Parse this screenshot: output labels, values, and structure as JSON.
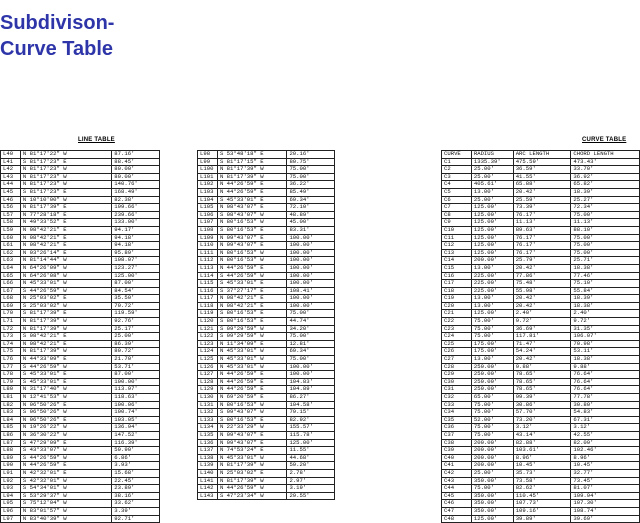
{
  "title": {
    "line1": "Subdivison-",
    "line2": "Curve Table"
  },
  "line_table_caption": "LINE TABLE",
  "curve_table_caption": "CURVE TABLE",
  "line_table_left": [
    [
      "L40",
      "N 81°17'22\" W",
      "87.16'"
    ],
    [
      "L41",
      "S 81°17'23\" E",
      "88.45'"
    ],
    [
      "L42",
      "N 81°17'23\" W",
      "80.00'"
    ],
    [
      "L43",
      "N 81°17'23\" W",
      "80.00'"
    ],
    [
      "L44",
      "N 81°17'23\" W",
      "140.76'"
    ],
    [
      "L45",
      "S 81°17'23\" E",
      "168.49'"
    ],
    [
      "L46",
      "N 10°10'00\" W",
      "82.38'"
    ],
    [
      "L56",
      "N 81°17'39\" E",
      "199.66'"
    ],
    [
      "L57",
      "N 77°28'18\" E",
      "239.66'"
    ],
    [
      "L58",
      "N 49°33'52\" E",
      "133.00'"
    ],
    [
      "L59",
      "N 08°42'21\" E",
      "94.17'"
    ],
    [
      "L60",
      "N 08°42'21\" E",
      "94.18'"
    ],
    [
      "L61",
      "N 08°42'21\" E",
      "94.18'"
    ],
    [
      "L62",
      "N 03°26'14\" E",
      "95.89'"
    ],
    [
      "L63",
      "N 81°14'44\" W",
      "108.07'"
    ],
    [
      "L64",
      "N 64°26'09\" W",
      "123.27'"
    ],
    [
      "L65",
      "N 64°26'08\" W",
      "125.00'"
    ],
    [
      "L66",
      "N 45°33'01\" W",
      "87.00'"
    ],
    [
      "L67",
      "S 44°26'59\" W",
      "84.54'"
    ],
    [
      "L68",
      "N 25°03'02\" E",
      "35.50'"
    ],
    [
      "L69",
      "S 25°03'02\" W",
      "70.72'"
    ],
    [
      "L70",
      "S 81°17'39\" E",
      "119.59'"
    ],
    [
      "L71",
      "N 81°17'39\" W",
      "92.76'"
    ],
    [
      "L72",
      "N 81°17'39\" W",
      "25.17'"
    ],
    [
      "L73",
      "S 08°42'21\" E",
      "25.00'"
    ],
    [
      "L74",
      "N 08°42'21\" E",
      "86.39'"
    ],
    [
      "L75",
      "N 81°17'39\" W",
      "80.72'"
    ],
    [
      "L76",
      "N 44°33'09\" E",
      "21.70'"
    ],
    [
      "L77",
      "S 44°26'59\" W",
      "53.71'"
    ],
    [
      "L78",
      "S 45°33'01\" E",
      "87.00'"
    ],
    [
      "L79",
      "S 45°33'01\" E",
      "100.00'"
    ],
    [
      "L80",
      "N 31°17'40\" W",
      "113.97'"
    ],
    [
      "L81",
      "N 12°41'53\" W",
      "118.63'"
    ],
    [
      "L82",
      "N 06°50'26\" E",
      "100.06'"
    ],
    [
      "L83",
      "S 06°50'26\" W",
      "100.74'"
    ],
    [
      "L84",
      "N 06°50'26\" E",
      "103.05'"
    ],
    [
      "L85",
      "N 19°26'22\" W",
      "136.94'"
    ],
    [
      "L86",
      "N 36°30'22\" W",
      "147.52'"
    ],
    [
      "L87",
      "S 47°29'09\" E",
      "116.39'"
    ],
    [
      "L88",
      "S 43°33'07\" W",
      "59.90'"
    ],
    [
      "L89",
      "S 44°26'59\" W",
      "6.86'"
    ],
    [
      "L90",
      "N 44°26'59\" E",
      "3.93'"
    ],
    [
      "L91",
      "N 42°32'01\" E",
      "15.68'"
    ],
    [
      "L92",
      "S 42°32'01\" W",
      "22.45'"
    ],
    [
      "L93",
      "S 54°34'01\" W",
      "23.89'"
    ],
    [
      "L94",
      "S 53°29'37\" W",
      "38.16'"
    ],
    [
      "L95",
      "S 75°12'04\" W",
      "33.62'"
    ],
    [
      "L96",
      "N 83°01'57\" W",
      "3.39'"
    ],
    [
      "L97",
      "N 83°40'39\" W",
      "92.71'"
    ]
  ],
  "line_table_mid": [
    [
      "L98",
      "S 53°48'18\" E",
      "20.16'"
    ],
    [
      "L99",
      "S 81°17'15\" E",
      "80.75'"
    ],
    [
      "L100",
      "N 81°17'39\" W",
      "75.00'"
    ],
    [
      "L101",
      "N 81°17'39\" W",
      "75.00'"
    ],
    [
      "L102",
      "N 44°26'59\" E",
      "36.22'"
    ],
    [
      "L103",
      "N 44°26'59\" E",
      "85.49'"
    ],
    [
      "L104",
      "S 45°33'01\" E",
      "69.34'"
    ],
    [
      "L105",
      "N 08°43'07\" E",
      "72.10'"
    ],
    [
      "L106",
      "S 08°43'07\" W",
      "48.89'"
    ],
    [
      "L107",
      "N 80°16'53\" W",
      "45.00'"
    ],
    [
      "L108",
      "S 80°16'53\" E",
      "83.31'"
    ],
    [
      "L109",
      "N 09°43'07\" E",
      "100.00'"
    ],
    [
      "L110",
      "N 09°43'07\" E",
      "100.00'"
    ],
    [
      "L111",
      "N 80°16'53\" W",
      "100.00'"
    ],
    [
      "L112",
      "N 80°16'53\" W",
      "100.00'"
    ],
    [
      "L113",
      "N 44°26'59\" E",
      "100.00'"
    ],
    [
      "L114",
      "S 44°26'59\" W",
      "100.00'"
    ],
    [
      "L115",
      "S 45°33'01\" E",
      "100.00'"
    ],
    [
      "L116",
      "S 37°27'17\" E",
      "108.41'"
    ],
    [
      "L117",
      "N 08°42'21\" E",
      "100.00'"
    ],
    [
      "L118",
      "N 08°42'21\" E",
      "100.00'"
    ],
    [
      "L119",
      "S 80°16'53\" E",
      "75.00'"
    ],
    [
      "L120",
      "S 80°16'53\" E",
      "44.74'"
    ],
    [
      "L121",
      "S 09°29'59\" W",
      "34.20'"
    ],
    [
      "L122",
      "S 09°29'59\" W",
      "75.00'"
    ],
    [
      "L123",
      "N 11°34'09\" E",
      "12.81'"
    ],
    [
      "L124",
      "N 45°33'01\" W",
      "69.34'"
    ],
    [
      "L125",
      "N 45°33'01\" W",
      "75.00'"
    ],
    [
      "L126",
      "N 45°33'01\" W",
      "100.00'"
    ],
    [
      "L127",
      "N 44°26'59\" E",
      "100.00'"
    ],
    [
      "L128",
      "N 44°26'59\" E",
      "104.83'"
    ],
    [
      "L129",
      "N 44°26'59\" E",
      "104.89'"
    ],
    [
      "L130",
      "N 69°20'59\" E",
      "86.27'"
    ],
    [
      "L131",
      "N 80°16'53\" W",
      "104.58'"
    ],
    [
      "L132",
      "S 09°43'07\" W",
      "79.15'"
    ],
    [
      "L133",
      "S 80°16'53\" E",
      "82.92'"
    ],
    [
      "L134",
      "N 22°33'29\" W",
      "155.57'"
    ],
    [
      "L135",
      "N 09°43'07\" E",
      "115.78'"
    ],
    [
      "L136",
      "N 09°43'07\" E",
      "125.00'"
    ],
    [
      "L137",
      "N 74°53'24\" E",
      "11.55'"
    ],
    [
      "L138",
      "N 45°33'01\" W",
      "44.68'"
    ],
    [
      "L139",
      "N 81°17'39\" W",
      "59.20'"
    ],
    [
      "L140",
      "N 25°03'02\" E",
      "2.78'"
    ],
    [
      "L141",
      "N 81°17'39\" W",
      "2.97'"
    ],
    [
      "L142",
      "N 44°26'59\" W",
      "3.19'"
    ],
    [
      "L143",
      "S 47°23'34\" W",
      "29.55'"
    ]
  ],
  "curve_table_header": [
    "CURVE",
    "RADIUS",
    "ARC LENGTH",
    "CHORD LENGTH"
  ],
  "curve_table": [
    [
      "C1",
      "1335.39'",
      "475.59'",
      "473.43'"
    ],
    [
      "C2",
      "25.00'",
      "36.59'",
      "33.70'"
    ],
    [
      "C3",
      "25.00'",
      "41.55'",
      "36.92'"
    ],
    [
      "C4",
      "405.61'",
      "65.88'",
      "65.82'"
    ],
    [
      "C5",
      "13.00'",
      "20.42'",
      "18.39'"
    ],
    [
      "C6",
      "25.00'",
      "25.59'",
      "25.27'"
    ],
    [
      "C7",
      "125.00'",
      "73.39'",
      "72.34'"
    ],
    [
      "C8",
      "125.00'",
      "76.17'",
      "75.00'"
    ],
    [
      "C9",
      "125.00'",
      "11.13'",
      "11.13'"
    ],
    [
      "C10",
      "125.00'",
      "89.63'",
      "88.10'"
    ],
    [
      "C11",
      "125.00'",
      "76.17'",
      "75.00'"
    ],
    [
      "C12",
      "125.00'",
      "76.17'",
      "75.00'"
    ],
    [
      "C13",
      "125.00'",
      "76.17'",
      "75.00'"
    ],
    [
      "C14",
      "200.00'",
      "25.79'",
      "25.71'"
    ],
    [
      "C15",
      "13.00'",
      "20.42'",
      "18.38'"
    ],
    [
      "C16",
      "225.00'",
      "77.86'",
      "77.46'"
    ],
    [
      "C17",
      "225.00'",
      "75.48'",
      "75.10'"
    ],
    [
      "C18",
      "225.00'",
      "55.98'",
      "55.84'"
    ],
    [
      "C19",
      "13.00'",
      "20.42'",
      "18.39'"
    ],
    [
      "C20",
      "13.00'",
      "20.42'",
      "18.38'"
    ],
    [
      "C21",
      "125.00'",
      "2.40'",
      "2.40'"
    ],
    [
      "C22",
      "75.00'",
      "9.72'",
      "9.72'"
    ],
    [
      "C23",
      "75.00'",
      "36.69'",
      "31.35'"
    ],
    [
      "C24",
      "75.00'",
      "117.81'",
      "106.07'"
    ],
    [
      "C25",
      "175.00'",
      "71.47'",
      "70.98'"
    ],
    [
      "C26",
      "175.00'",
      "54.24'",
      "53.11'"
    ],
    [
      "C27",
      "13.00'",
      "20.42'",
      "18.38'"
    ],
    [
      "C28",
      "250.00'",
      "9.88'",
      "9.88'"
    ],
    [
      "C29",
      "250.00'",
      "78.65'",
      "76.64'"
    ],
    [
      "C30",
      "250.00'",
      "78.65'",
      "76.64'"
    ],
    [
      "C31",
      "250.00'",
      "78.65'",
      "76.64'"
    ],
    [
      "C32",
      "65.00'",
      "99.39'",
      "77.78'"
    ],
    [
      "C33",
      "75.00'",
      "30.86'",
      "30.80'"
    ],
    [
      "C34",
      "75.00'",
      "57.70'",
      "54.83'"
    ],
    [
      "C35",
      "52.00'",
      "73.20'",
      "67.31'"
    ],
    [
      "C36",
      "75.00'",
      "3.12'",
      "3.12'"
    ],
    [
      "C37",
      "75.00'",
      "43.14'",
      "42.55'"
    ],
    [
      "C38",
      "200.00'",
      "82.88'",
      "82.09'"
    ],
    [
      "C39",
      "200.00'",
      "103.61'",
      "102.46'"
    ],
    [
      "C40",
      "200.00'",
      "8.96'",
      "8.96'"
    ],
    [
      "C41",
      "200.00'",
      "10.45'",
      "10.45'"
    ],
    [
      "C42",
      "25.00'",
      "35.73'",
      "32.77'"
    ],
    [
      "C43",
      "350.00'",
      "73.58'",
      "73.45'"
    ],
    [
      "C44",
      "75.00'",
      "82.62'",
      "81.07'"
    ],
    [
      "C45",
      "350.00'",
      "110.45'",
      "109.94'"
    ],
    [
      "C46",
      "350.00'",
      "107.73'",
      "107.30'"
    ],
    [
      "C47",
      "350.00'",
      "109.16'",
      "108.74'"
    ],
    [
      "C48",
      "125.00'",
      "39.89'",
      "39.69'"
    ]
  ]
}
